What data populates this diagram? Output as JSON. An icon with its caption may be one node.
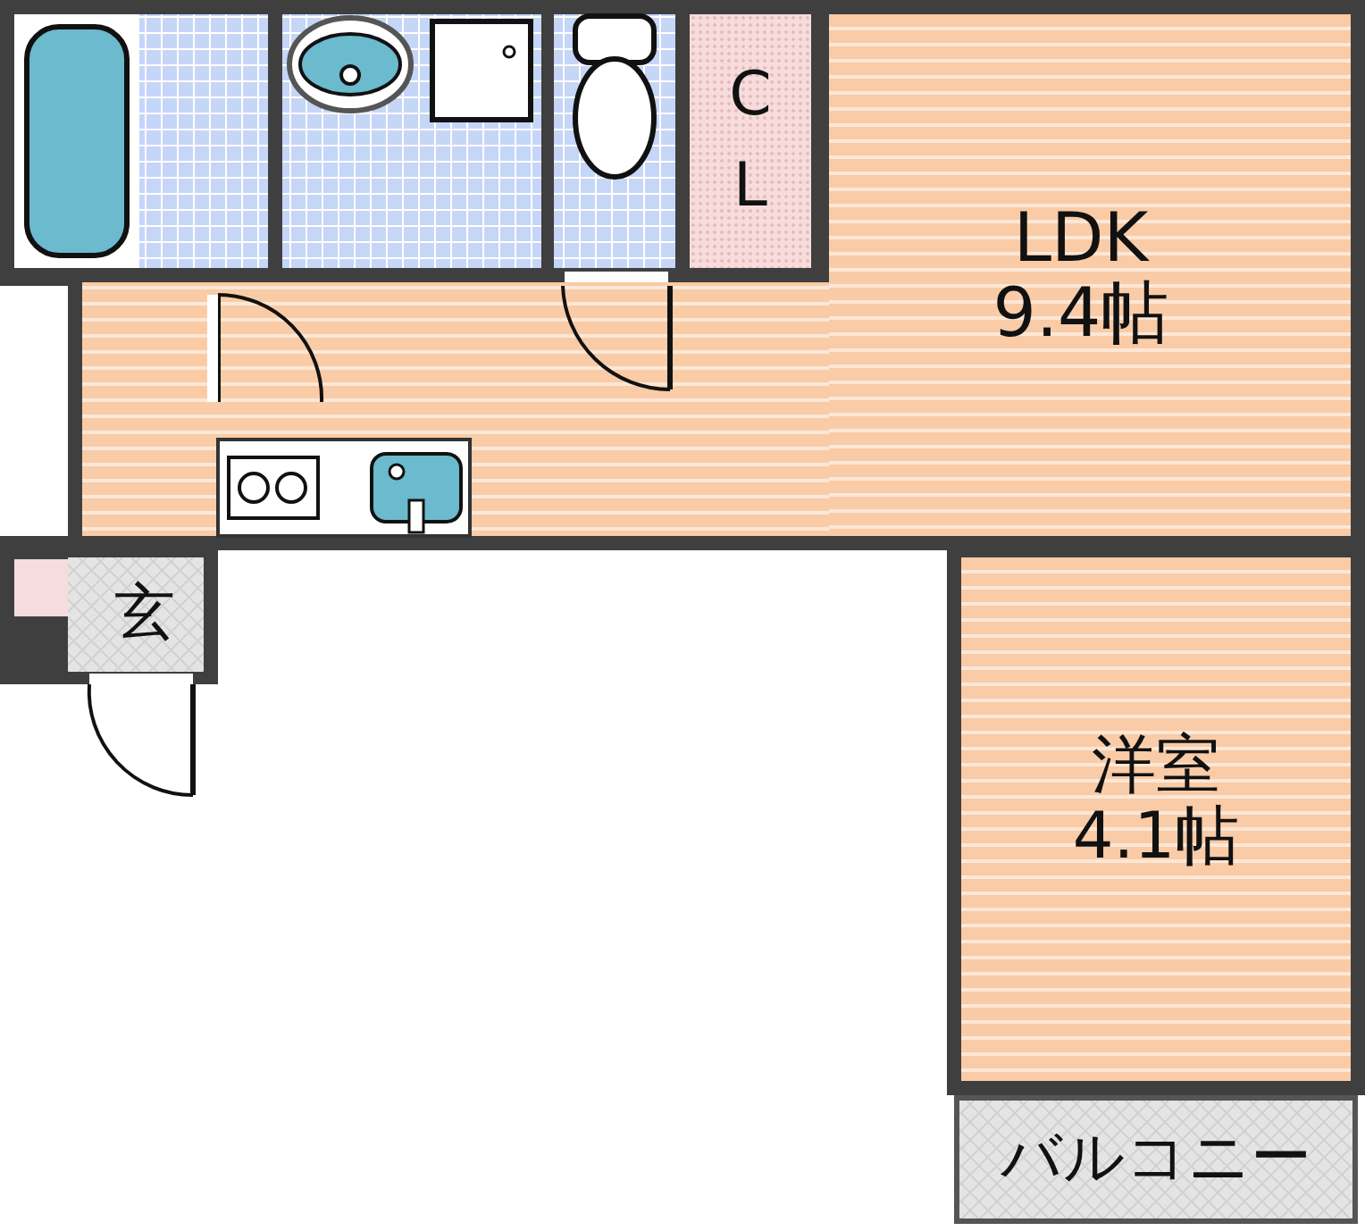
{
  "diagram": {
    "nodes": [
      {
        "text": [
          "C L"
        ]
      },
      {
        "text": [
          "LDK",
          "9.4帖"
        ]
      },
      {
        "text": [
          "玄"
        ]
      },
      {
        "text": [
          "洋室",
          "4.1帖"
        ]
      },
      {
        "text": [
          "バルコニー"
        ]
      }
    ]
  }
}
